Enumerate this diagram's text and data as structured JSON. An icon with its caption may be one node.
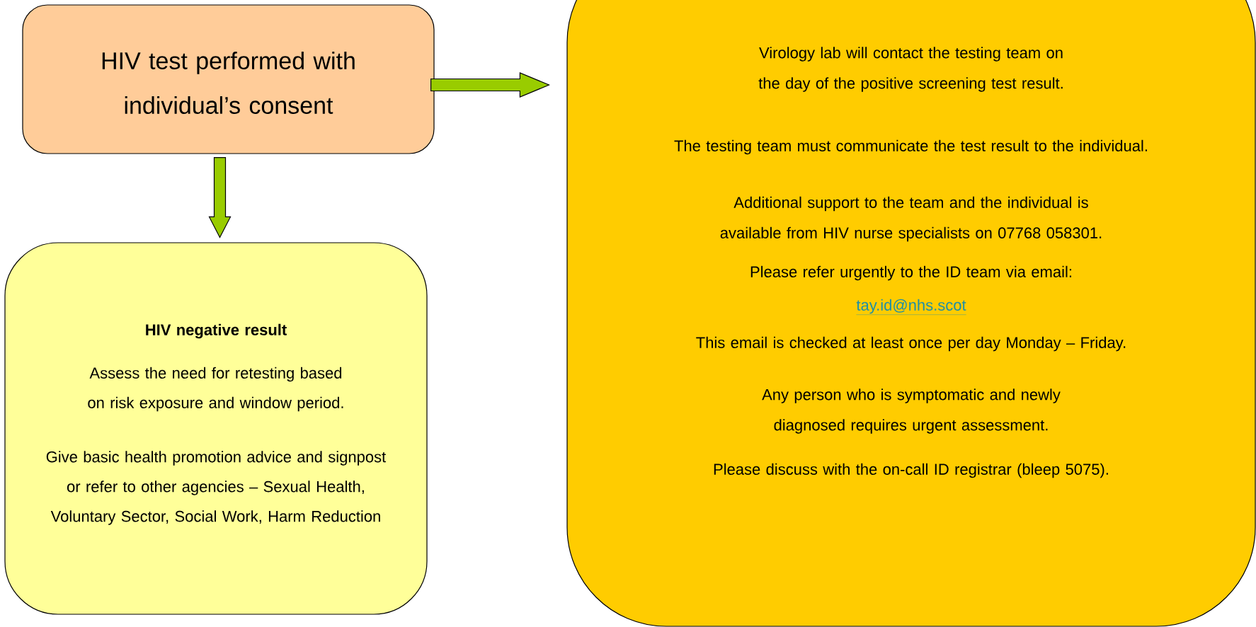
{
  "diagram": {
    "nodes": [
      {
        "text": [
          "HIV test performed with individual’s consent"
        ]
      },
      {
        "text": [
          "HIV negative result",
          "Assess the need for retesting based on risk exposure and window period.",
          "Give basic health promotion advice and signpost or refer to other agencies – Sexual Health, Voluntary Sector, Social Work, Harm Reduction"
        ]
      },
      {
        "text": [
          "Virology lab will contact the testing team on the day of the positive screening test result.",
          "The testing team must communicate the test result to the individual.",
          "Additional support to the team and the individual is available from HIV nurse specialists on 07768 058301.",
          "Please refer urgently to the ID team via email:",
          "tay.id@nhs.scot",
          "This email is checked at least once per day Monday – Friday.",
          "Any person who is symptomatic and newly diagnosed requires urgent assessment.",
          "Please discuss with the on-call ID registrar (bleep 5075)."
        ]
      }
    ],
    "edges": [
      {
        "from": 0,
        "to": 1,
        "arrow": "to"
      },
      {
        "from": 0,
        "to": 2,
        "arrow": "to"
      }
    ]
  }
}
